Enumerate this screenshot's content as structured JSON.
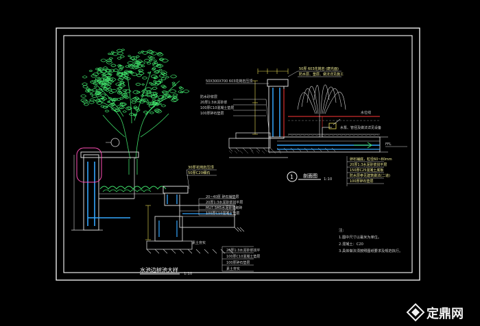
{
  "drawing": {
    "frame_color": "#ffffff",
    "line_color": "#d9d9d9",
    "dim_color": "#f1e35a",
    "rebar_color": "#34a7ff",
    "tree_color": "#3fe06a",
    "accent_red": "#ff3838",
    "accent_magenta": "#ff4fb6"
  },
  "left_section": {
    "top_layers": [
      "30厚花岗岩压顶",
      "50厚C20细石"
    ],
    "layer_notes": [
      "20~40厚  碎石铺垫层",
      "20厚1:3水泥砂浆找平层",
      "MU7.5M5水泥砂浆砌砖",
      "100厚C10混凝土垫层"
    ],
    "lower_notes": [
      "素土夯实",
      "20厚1:3水泥砂浆找平",
      "100厚C10混凝土垫层",
      "100厚碎石垫层",
      "素土夯实"
    ],
    "title": "水池边树池大样",
    "scale": "1:10"
  },
  "right_section": {
    "header_notes": [
      "50厚 603花岗岩 (磨光面)",
      "防水层、垫层、做法详见施工"
    ],
    "block_label": "50X300X700 603花岗岩压顶",
    "side_notes": [
      "防水砂浆层",
      "20厚1:3水泥砂浆",
      "100厚C10混凝土垫层",
      "100厚碎石垫层"
    ],
    "water_label": "水位线",
    "level_mark": "FFL",
    "pipe_note": "水泵、管径及做法详见设备",
    "bottom_notes": [
      "卵石铺底，粒径60~80mm",
      "20厚1:3水泥砂浆找平层",
      "150厚C25混凝土底板",
      "防水层参见建筑做法(二道)",
      "100厚碎石垫层"
    ],
    "callout_number": "1",
    "callout_title": "剖面图",
    "callout_scale": "1:10"
  },
  "notes": {
    "heading": "注:",
    "lines": [
      "1.图中尺寸以毫米为单位。",
      "2.混凝土：C20",
      "3.具体做法须按照图纸要求及规范执行。"
    ]
  },
  "watermark": {
    "text": "定鼎网"
  }
}
